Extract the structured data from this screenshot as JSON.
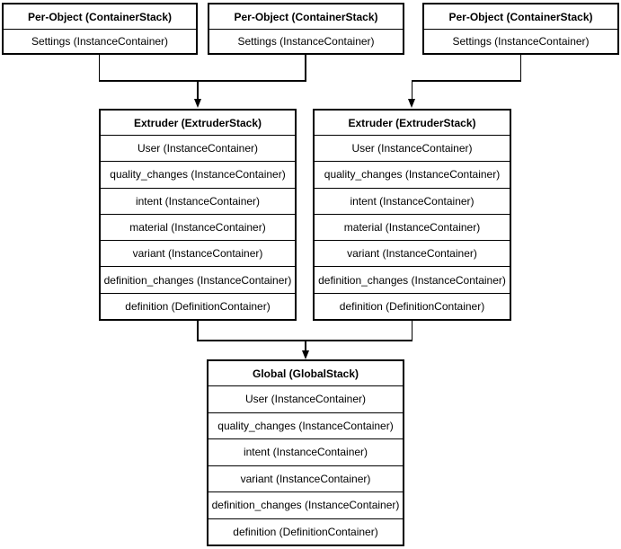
{
  "colors": {
    "stroke": "#000000",
    "fill": "#ffffff",
    "text": "#000000"
  },
  "boxes": {
    "per_object_1": {
      "title": "Per-Object (ContainerStack)",
      "rows": [
        "Settings (InstanceContainer)"
      ]
    },
    "per_object_2": {
      "title": "Per-Object (ContainerStack)",
      "rows": [
        "Settings (InstanceContainer)"
      ]
    },
    "per_object_3": {
      "title": "Per-Object (ContainerStack)",
      "rows": [
        "Settings (InstanceContainer)"
      ]
    },
    "extruder_1": {
      "title": "Extruder (ExtruderStack)",
      "rows": [
        "User (InstanceContainer)",
        "quality_changes (InstanceContainer)",
        "intent (InstanceContainer)",
        "material (InstanceContainer)",
        "variant (InstanceContainer)",
        "definition_changes (InstanceContainer)",
        "definition (DefinitionContainer)"
      ]
    },
    "extruder_2": {
      "title": "Extruder (ExtruderStack)",
      "rows": [
        "User (InstanceContainer)",
        "quality_changes (InstanceContainer)",
        "intent (InstanceContainer)",
        "material (InstanceContainer)",
        "variant (InstanceContainer)",
        "definition_changes (InstanceContainer)",
        "definition (DefinitionContainer)"
      ]
    },
    "global": {
      "title": "Global (GlobalStack)",
      "rows": [
        "User (InstanceContainer)",
        "quality_changes (InstanceContainer)",
        "intent (InstanceContainer)",
        "variant (InstanceContainer)",
        "definition_changes (InstanceContainer)",
        "definition (DefinitionContainer)"
      ]
    }
  }
}
